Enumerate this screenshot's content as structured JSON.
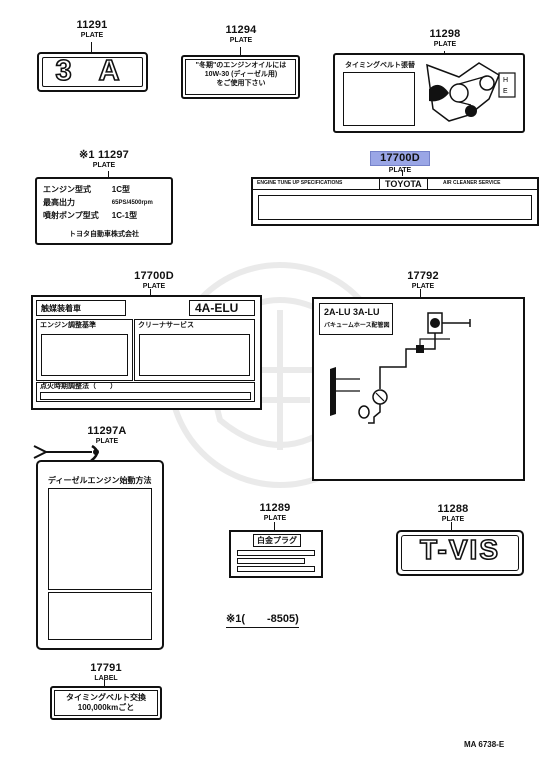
{
  "parts": {
    "p11291": {
      "number": "11291",
      "type": "PLATE",
      "text": "3 A"
    },
    "p11294": {
      "number": "11294",
      "type": "PLATE",
      "lines": [
        "\"冬期\"のエンジンオイルには",
        "10W-30 (ディーゼル用)",
        "をご使用下さい"
      ]
    },
    "p11298": {
      "number": "11298",
      "type": "PLATE",
      "title": "タイミングベルト張替"
    },
    "p11297": {
      "number": "11297",
      "type": "PLATE",
      "mark": "※1",
      "rows": [
        {
          "label": "エンジン型式",
          "value": "1C型"
        },
        {
          "label": "最高出力",
          "value": "65PS/4500rpm"
        },
        {
          "label": "噴射ポンプ型式",
          "value": "1C-1型"
        }
      ],
      "maker": "トヨタ自動車株式会社"
    },
    "p17700D_a": {
      "number": "17700D",
      "type": "PLATE",
      "left": "ENGINE TUNE UP SPECIFICATIONS",
      "brand": "TOYOTA",
      "right": "AIR CLEANER SERVICE"
    },
    "p17700D_b": {
      "number": "17700D",
      "type": "PLATE",
      "header": "触媒装着車",
      "model": "4A-ELU",
      "col1": "エンジン調整基準",
      "col2": "クリーナサービス",
      "footer": "点火時期調整法（　　）"
    },
    "p17792": {
      "number": "17792",
      "type": "PLATE",
      "title": "2A-LU 3A-LU",
      "subtitle": "バキュームホース配管図"
    },
    "p11297A": {
      "number": "11297A",
      "type": "PLATE",
      "title": "ディーゼルエンジン始動方法"
    },
    "p11289": {
      "number": "11289",
      "type": "PLATE",
      "title": "白金プラグ"
    },
    "p11288": {
      "number": "11288",
      "type": "PLATE",
      "text": "T-VIS"
    },
    "p17791": {
      "number": "17791",
      "type": "LABEL",
      "lines": [
        "タイミングベルト交換",
        "100,000kmごと"
      ]
    }
  },
  "note": "※1(　　-8505)",
  "ref": "MA 6738-E"
}
